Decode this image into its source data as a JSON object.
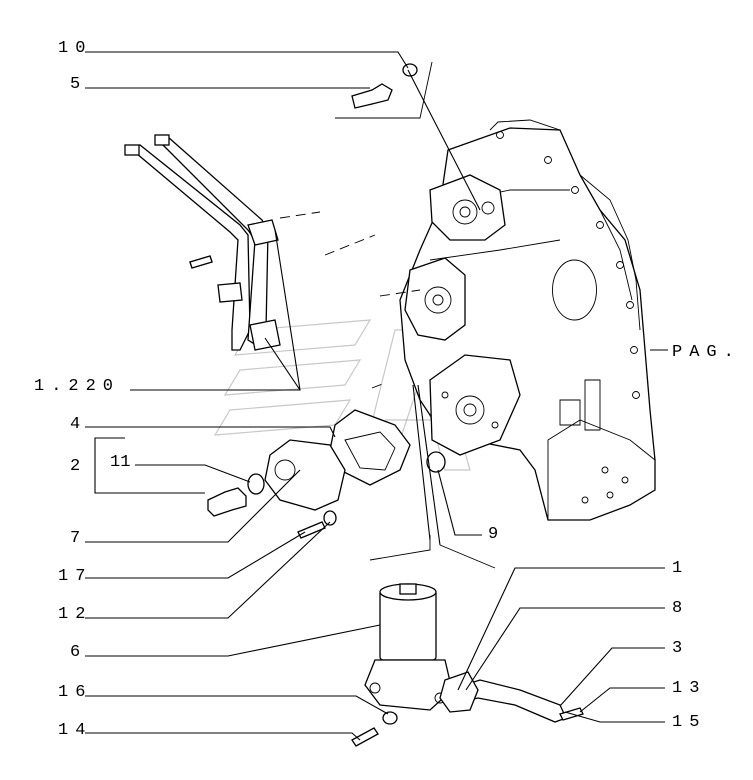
{
  "diagram": {
    "callouts": {
      "c10": "10",
      "c5": "5",
      "c1220": "1.220",
      "c4": "4",
      "c2": "2",
      "c11": "11",
      "c7": "7",
      "c17": "17",
      "c12": "12",
      "c6": "6",
      "c16": "16",
      "c14": "14",
      "c1": "1",
      "c8": "8",
      "c3": "3",
      "c13": "13",
      "c15": "15",
      "c9": "9",
      "pag": "PAG."
    }
  }
}
